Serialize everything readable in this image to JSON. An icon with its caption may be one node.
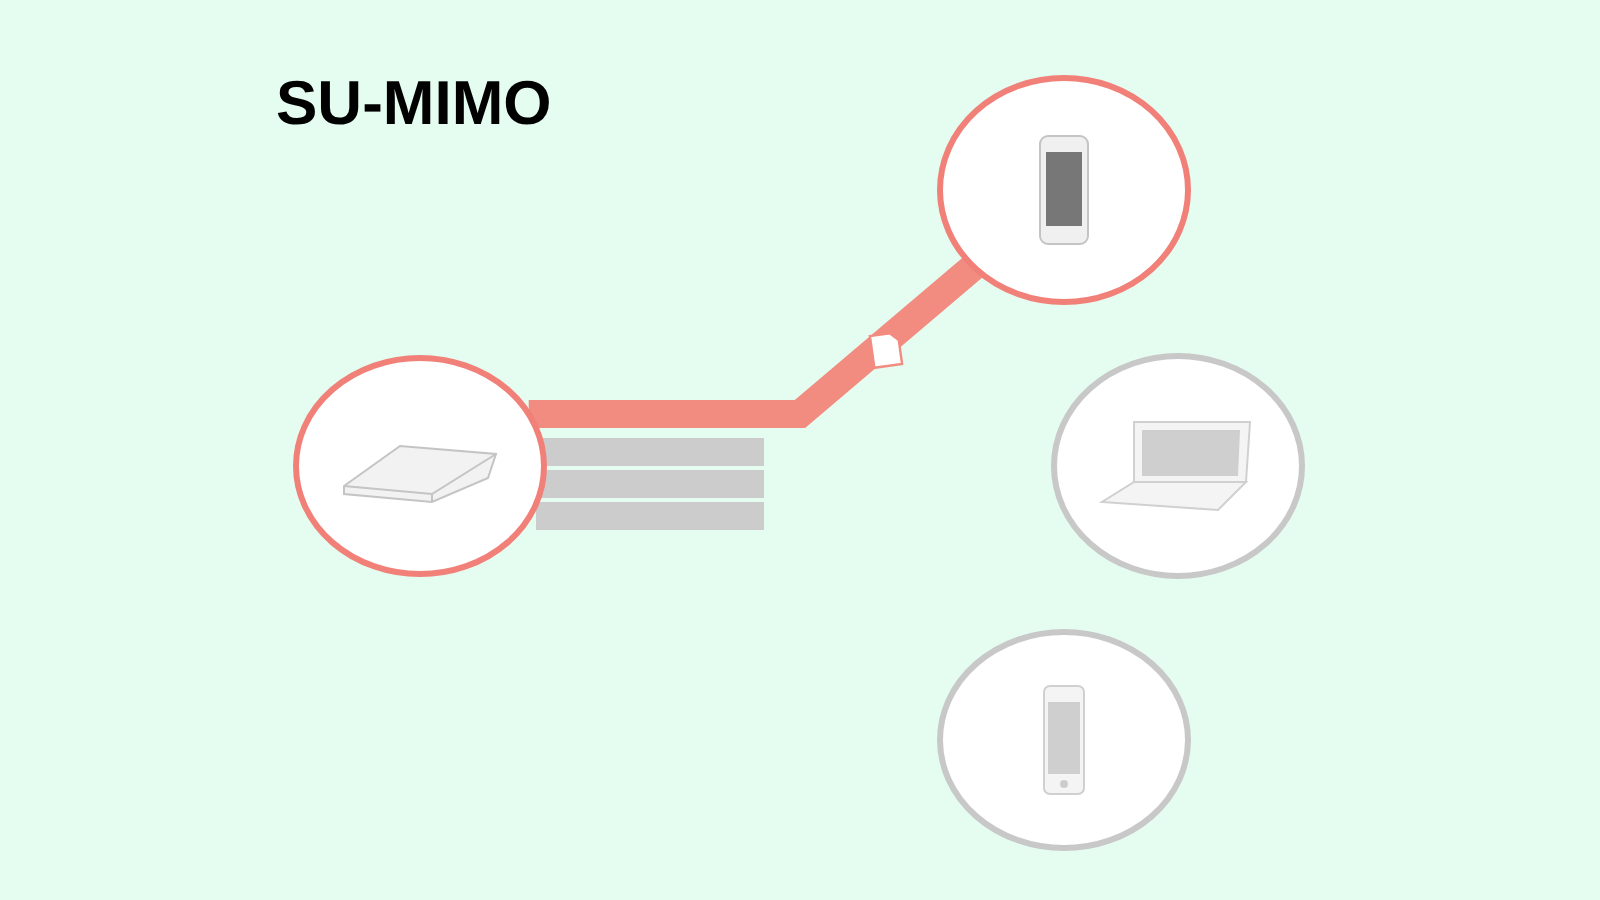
{
  "diagram": {
    "title": "SU-MIMO",
    "nodes": [
      {
        "text": [],
        "shape": "circle"
      },
      {
        "text": [],
        "shape": "circle"
      },
      {
        "text": [],
        "shape": "circle"
      },
      {
        "text": [],
        "shape": "circle"
      }
    ],
    "edges": [
      {
        "from": 0,
        "to": 1,
        "arrow": "none"
      }
    ]
  }
}
